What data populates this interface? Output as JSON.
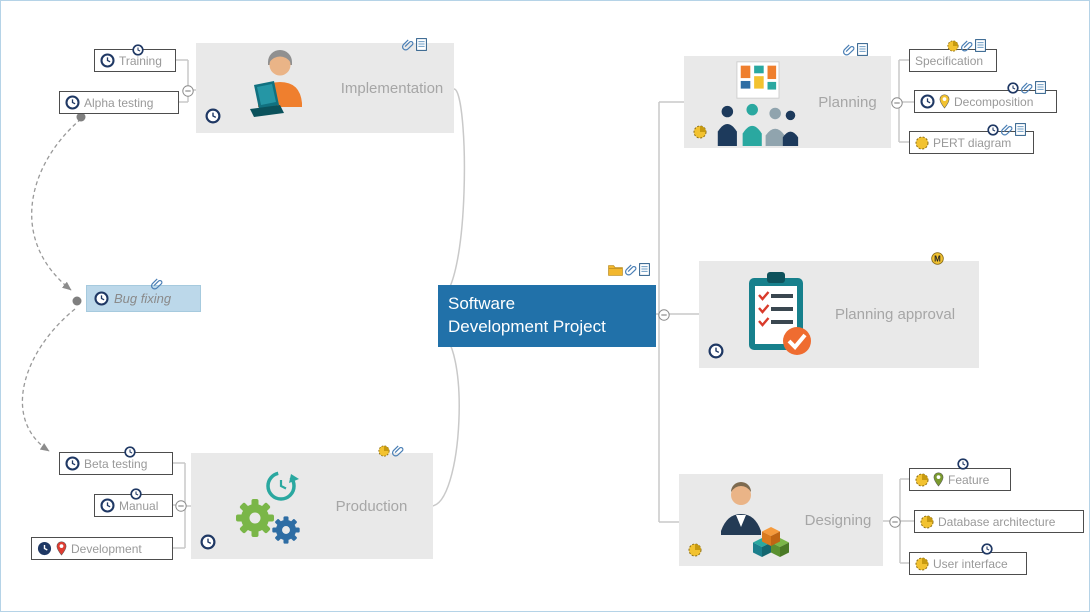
{
  "central": {
    "line1": "Software",
    "line2": "Development Project"
  },
  "branches": {
    "implementation": {
      "label": "Implementation"
    },
    "planning": {
      "label": "Planning"
    },
    "planning_approval": {
      "label": "Planning approval"
    },
    "production": {
      "label": "Production"
    },
    "designing": {
      "label": "Designing"
    }
  },
  "floating": {
    "bug_fixing": {
      "label": "Bug fixing"
    }
  },
  "subtopics": {
    "training": {
      "label": "Training"
    },
    "alpha_testing": {
      "label": "Alpha testing"
    },
    "beta_testing": {
      "label": "Beta testing"
    },
    "manual": {
      "label": "Manual"
    },
    "development": {
      "label": "Development"
    },
    "specification": {
      "label": "Specification"
    },
    "decomposition": {
      "label": "Decomposition"
    },
    "pert_diagram": {
      "label": "PERT diagram"
    },
    "feature": {
      "label": "Feature"
    },
    "database_architecture": {
      "label": "Database architecture"
    },
    "user_interface": {
      "label": "User interface"
    }
  },
  "badges": {
    "milestone": "M"
  },
  "colors": {
    "central_bg": "#2171a9",
    "central_text": "#ffffff",
    "branch_bg": "#e9e9e9",
    "branch_text": "#a6a6a6",
    "subtopic_text": "#999999",
    "subtopic_border": "#4d4d4d",
    "selection_bg": "#bcd8ea",
    "connector": "#c9c9c9",
    "relation_dash": "#999999",
    "clock_blue": "#1f3864",
    "progress_yellow": "#f2c230",
    "accent_orange": "#ef7f2e",
    "accent_teal": "#2aa8a0",
    "accent_green": "#7ab648",
    "accent_blue": "#2e6da4"
  },
  "icons": {
    "clock": "deadline-clock",
    "clock_filled": "deadline-clock-filled",
    "progress": "progress-circle",
    "progress_full": "progress-circle-full",
    "paperclip": "attachment-paperclip",
    "document": "note-document",
    "folder": "resources-folder",
    "pin_red": "red-map-pin",
    "pin_yellow": "yellow-map-pin",
    "pin_green": "green-map-pin",
    "minus": "collapse-minus",
    "milestone": "milestone-M"
  }
}
